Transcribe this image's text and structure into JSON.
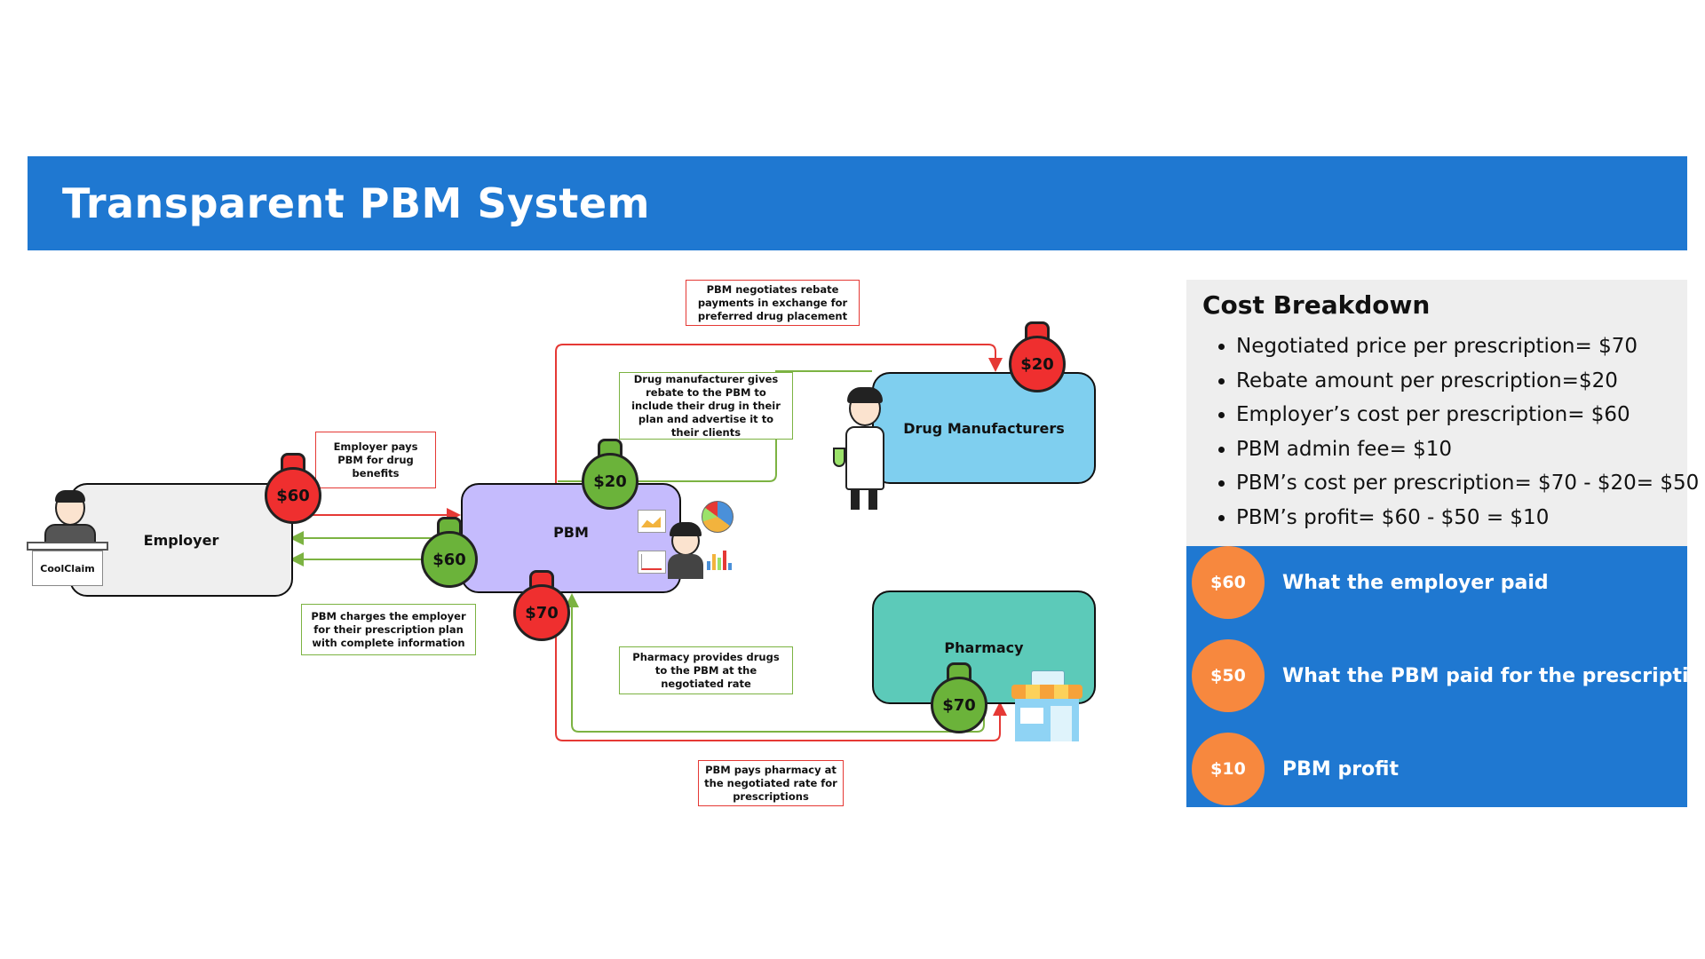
{
  "title": "Transparent PBM System",
  "nodes": {
    "employer": "Employer",
    "pbm": "PBM",
    "drug_manufacturers": "Drug Manufacturers",
    "pharmacy": "Pharmacy",
    "desk_label": "CoolClaim"
  },
  "notes": {
    "rebate_negotiation": "PBM negotiates rebate payments in exchange for preferred drug placement",
    "manufacturer_rebate": "Drug manufacturer gives rebate to the PBM to include their drug in their plan and advertise it to their clients",
    "employer_pays": "Employer pays PBM for drug benefits",
    "pbm_charges": "PBM charges the employer for their prescription plan with complete information",
    "pharmacy_provides": "Pharmacy provides drugs to the PBM at the negotiated rate",
    "pbm_pays_pharmacy": "PBM pays pharmacy at the negotiated rate for prescriptions"
  },
  "money_bags": {
    "employer_red": "$60",
    "employer_green": "$60",
    "pbm_green": "$20",
    "drug_red": "$20",
    "pbm_red": "$70",
    "pharmacy_green": "$70"
  },
  "colors": {
    "title_bar": "#1f78d1",
    "red_flow": "#e53935",
    "green_flow": "#7cb342",
    "legend_circle": "#f7883e"
  },
  "cost_breakdown": {
    "title": "Cost Breakdown",
    "items": [
      "Negotiated price per prescription= $70",
      "Rebate amount per prescription=$20",
      "Employer’s cost per prescription= $60",
      "PBM admin fee= $10",
      "PBM’s cost per prescription= $70 - $20= $50",
      "PBM’s profit= $60 - $50 = $10"
    ]
  },
  "legend": [
    {
      "amount": "$60",
      "label": "What the employer paid"
    },
    {
      "amount": "$50",
      "label": "What the PBM paid for the prescription"
    },
    {
      "amount": "$10",
      "label": "PBM profit"
    }
  ]
}
